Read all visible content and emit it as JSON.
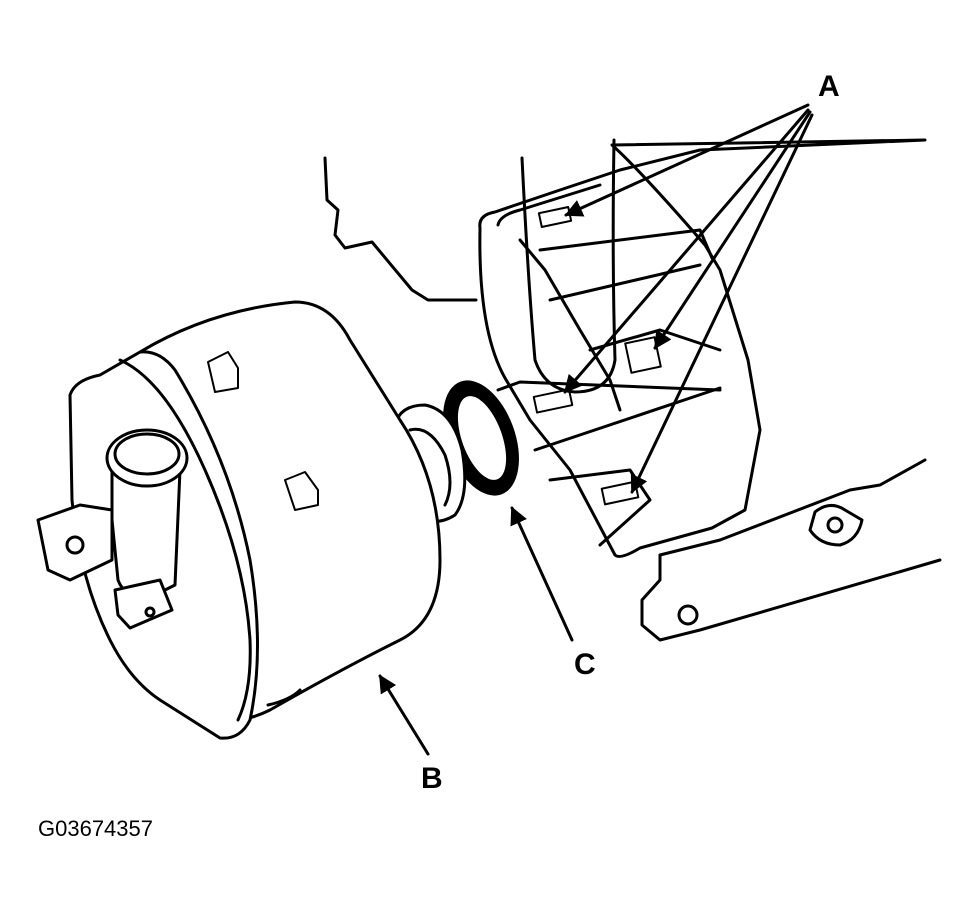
{
  "labels": {
    "a": "A",
    "b": "B",
    "c": "C"
  },
  "figure_id": "G03674357"
}
